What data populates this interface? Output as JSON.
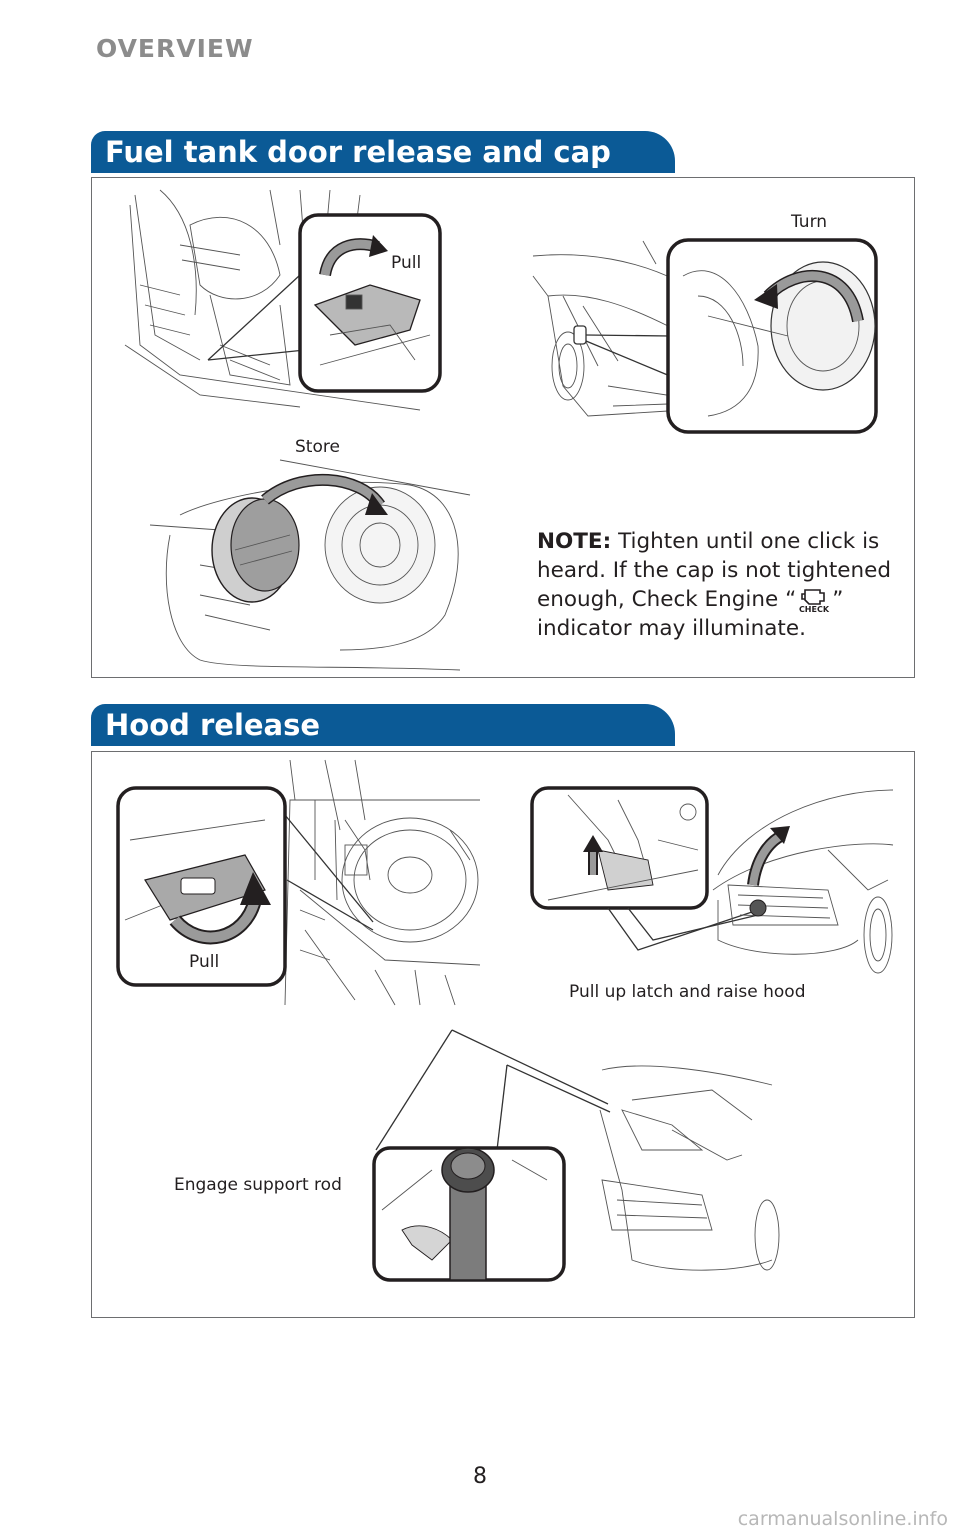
{
  "header": {
    "section": "OVERVIEW"
  },
  "fuel": {
    "title": "Fuel tank door release and cap",
    "labels": {
      "pull": "Pull",
      "turn": "Turn",
      "store": "Store"
    },
    "note_label": "NOTE:",
    "note_text_1": " Tighten until one click is heard. If the cap is not tightened enough, Check Engine “",
    "note_text_2": "” indicator may illuminate.",
    "check_icon_text": "CHECK"
  },
  "hood": {
    "title": "Hood release",
    "labels": {
      "pull": "Pull",
      "latch": "Pull up latch and raise hood",
      "rod": "Engage support rod"
    }
  },
  "footer": {
    "page_number": "8",
    "watermark": "carmanualsonline.info"
  },
  "colors": {
    "tab_blue": "#0b5a96",
    "border_gray": "#6d6e70",
    "header_gray": "#8c8c8c"
  }
}
